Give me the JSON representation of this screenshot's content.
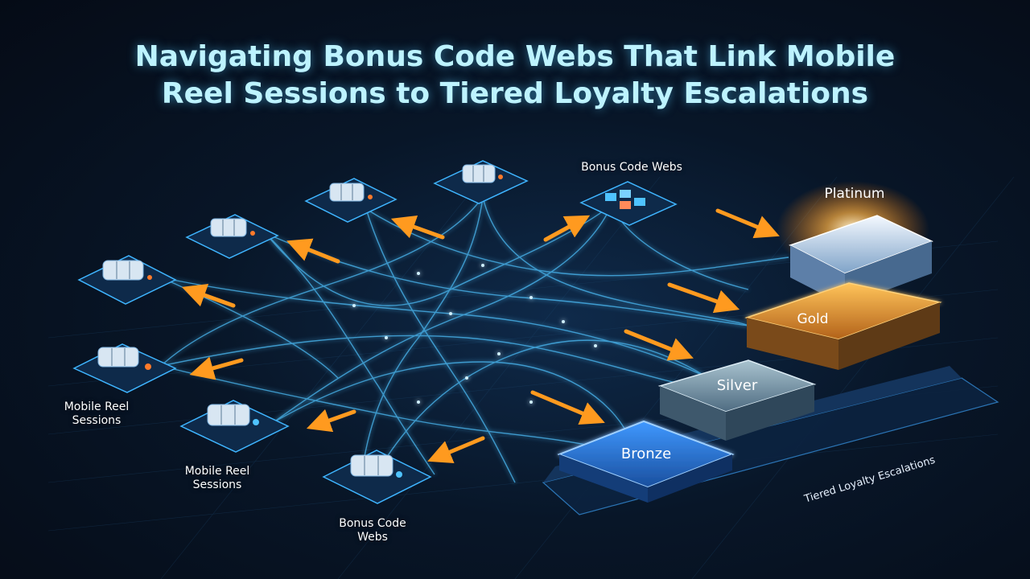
{
  "title": {
    "line1": "Navigating Bonus Code Webs That Link Mobile",
    "line2": "Reel Sessions to Tiered Loyalty Escalations"
  },
  "labels": {
    "bonus_top": "Bonus Code Webs",
    "mobile_left_1": "Mobile Reel",
    "mobile_left_2": "Sessions",
    "mobile_center_1": "Mobile Reel",
    "mobile_center_2": "Sessions",
    "bonus_bottom_1": "Bonus Code",
    "bonus_bottom_2": "Webs",
    "tiered": "Tiered Loyalty Escalations"
  },
  "tiers": [
    {
      "name": "Platinum"
    },
    {
      "name": "Gold"
    },
    {
      "name": "Silver"
    },
    {
      "name": "Bronze"
    }
  ],
  "colors": {
    "title": "#bdf3ff",
    "web": "#4fc3ff",
    "arrow": "#ff9a1f",
    "bronze": "#2a7fe0",
    "silver": "#9fb8c8",
    "gold": "#f0a530",
    "platinum": "#d8e8f8"
  }
}
